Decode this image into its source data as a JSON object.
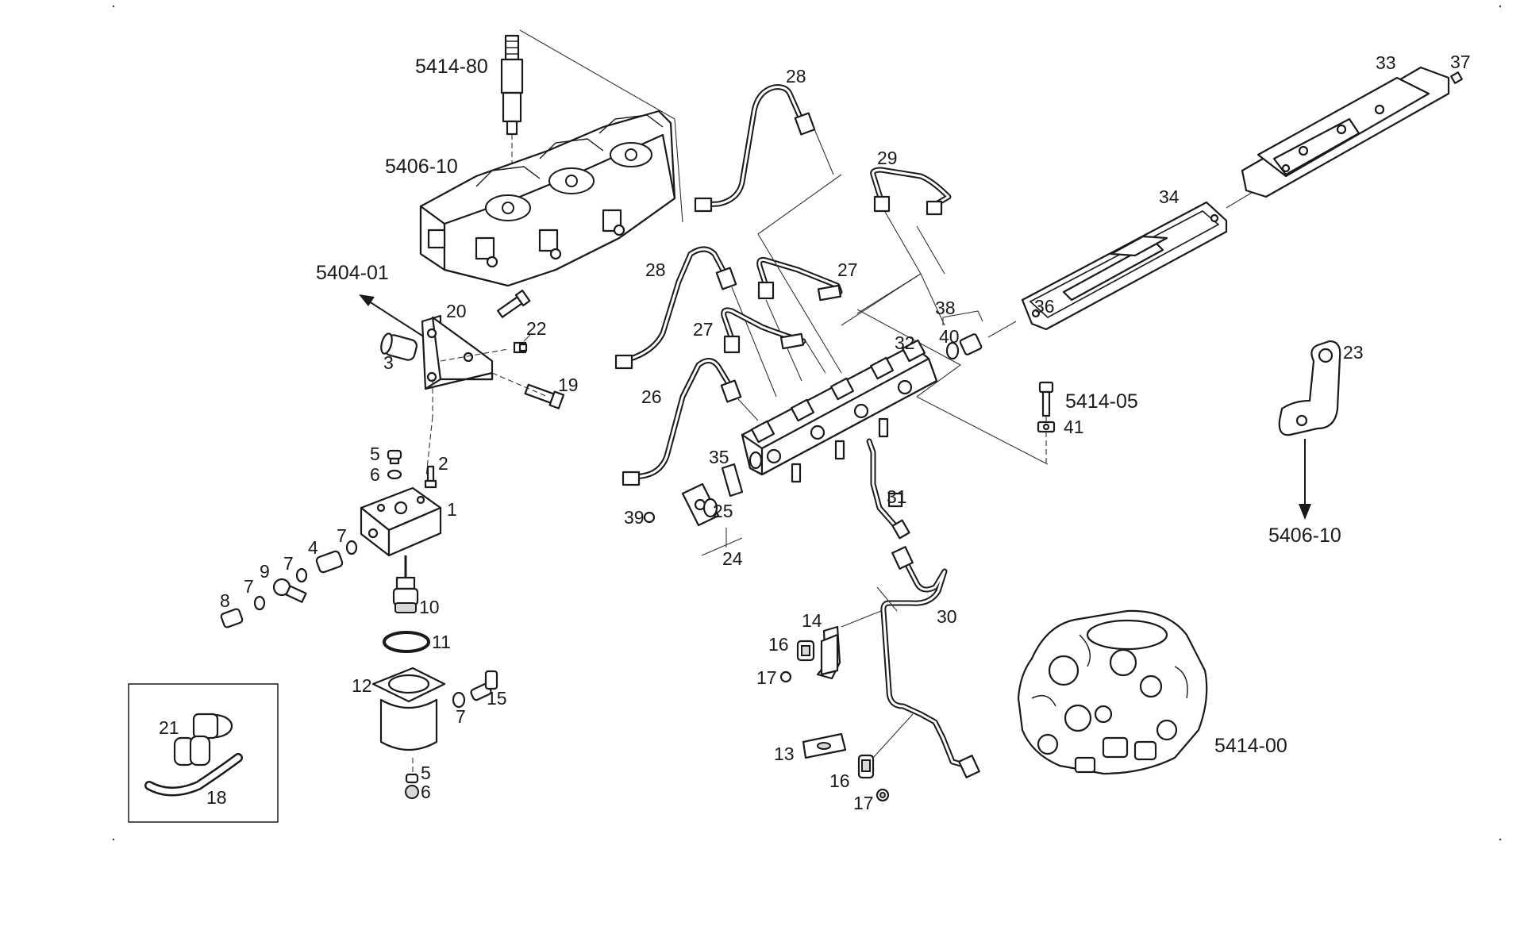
{
  "diagram": {
    "labels": {
      "p5414_80": "5414-80",
      "p5406_10a": "5406-10",
      "p5404_01": "5404-01",
      "p20": "20",
      "p22": "22",
      "p3": "3",
      "p19": "19",
      "p5a": "5",
      "p6a": "6",
      "p2": "2",
      "p1": "1",
      "p7a": "7",
      "p4": "4",
      "p7b": "7",
      "p9": "9",
      "p7c": "7",
      "p8": "8",
      "p10": "10",
      "p11": "11",
      "p12": "12",
      "p15": "15",
      "p7d": "7",
      "p5b": "5",
      "p6b": "6",
      "p21": "21",
      "p18": "18",
      "p28a": "28",
      "p29": "29",
      "p28b": "28",
      "p27a": "27",
      "p27b": "27",
      "p26": "26",
      "p35": "35",
      "p39": "39",
      "p25": "25",
      "p24": "24",
      "p38": "38",
      "p40": "40",
      "p32": "32",
      "p31": "31",
      "p30": "30",
      "p14": "14",
      "p16a": "16",
      "p17a": "17",
      "p13": "13",
      "p16b": "16",
      "p17b": "17",
      "p34": "34",
      "p36": "36",
      "p33": "33",
      "p37": "37",
      "p5414_05": "5414-05",
      "p41": "41",
      "p23": "23",
      "p5406_10b": "5406-10",
      "p5414_00": "5414-00"
    }
  }
}
